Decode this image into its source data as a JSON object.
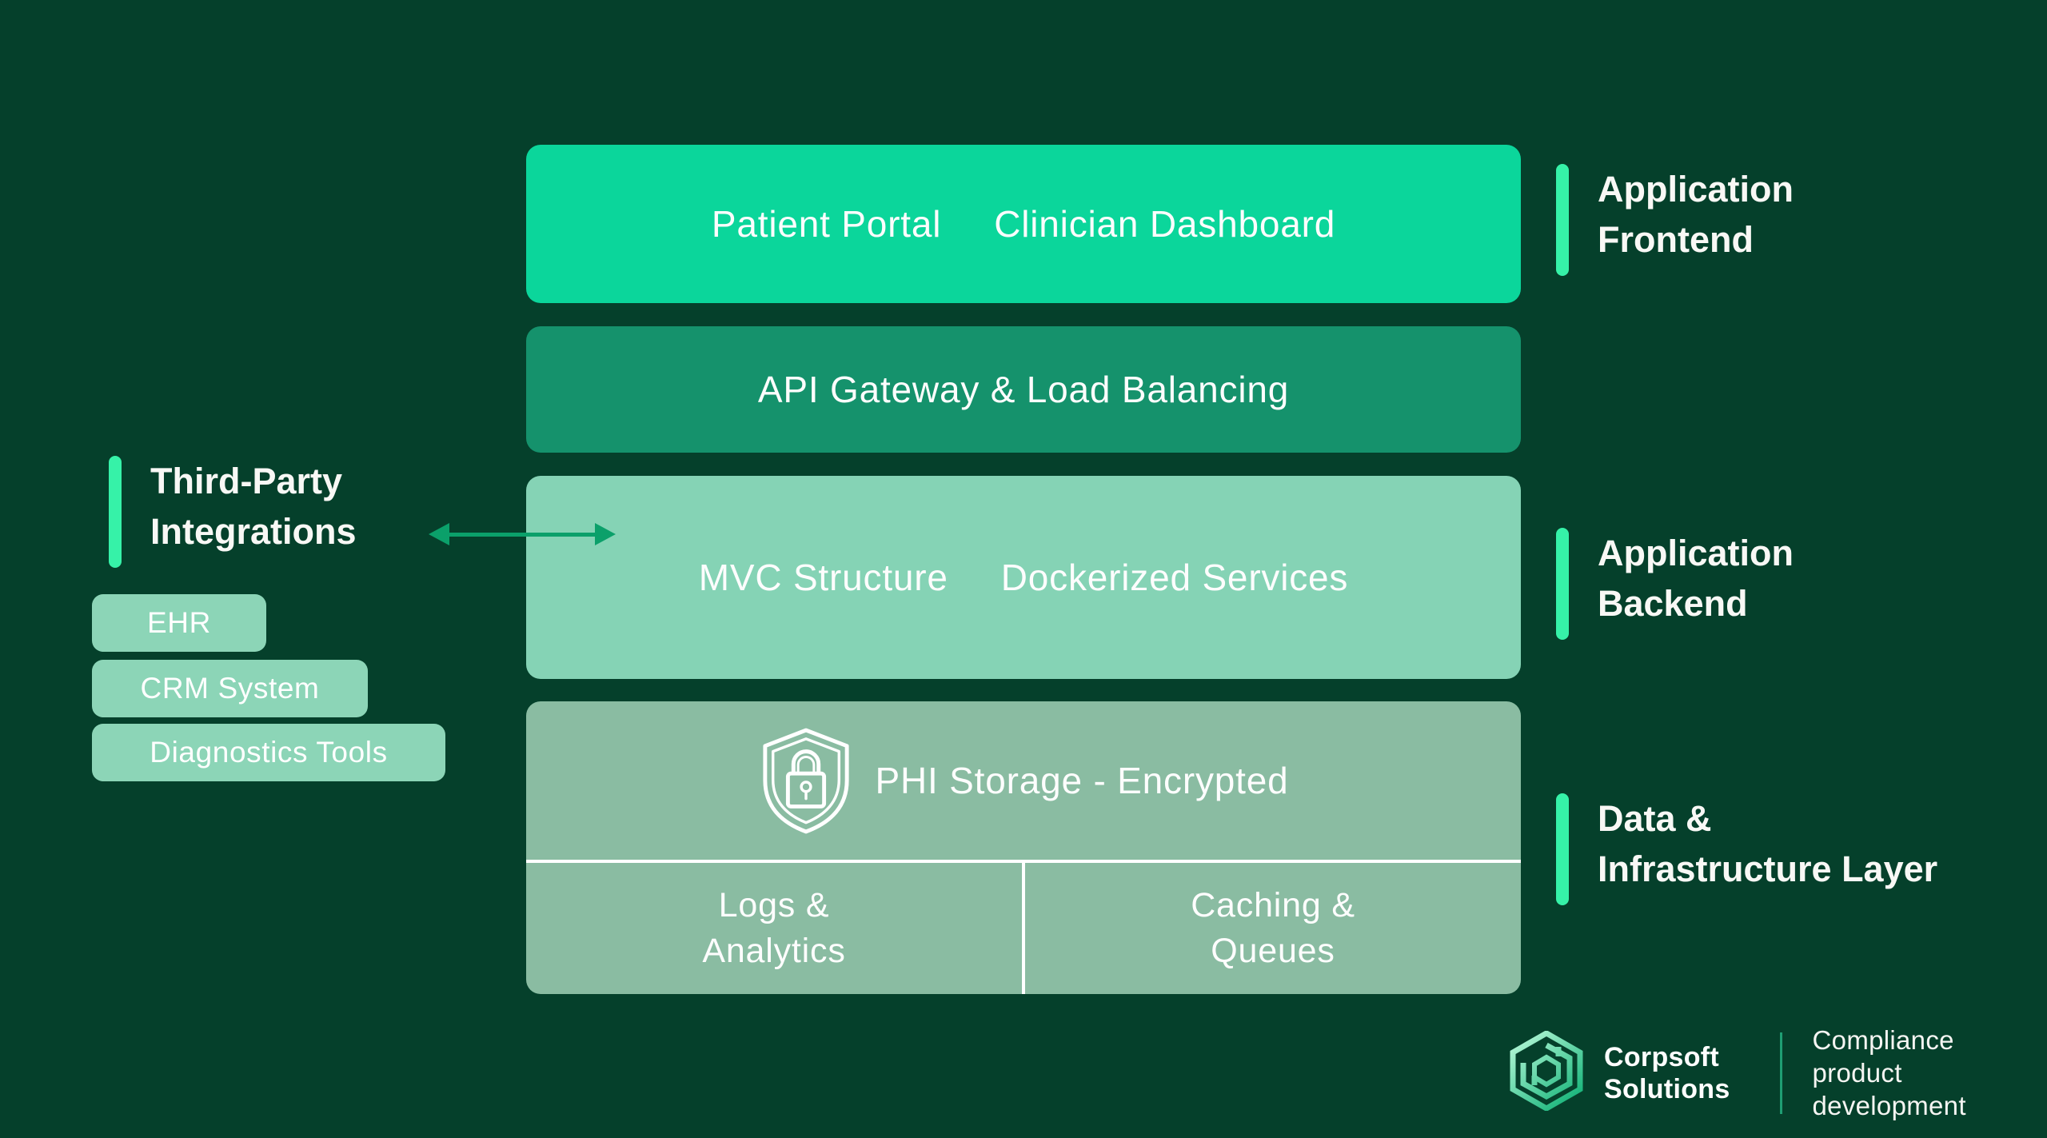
{
  "colors": {
    "background": "#05402B",
    "frontend_box": "#0BD69B",
    "gateway_box": "#15926C",
    "backend_box": "#85D3B5",
    "data_box": "#8ABCA2",
    "chip": "#8CD5B7",
    "accent_bar": "#36F2A8",
    "arrow": "#0BA06A",
    "text": "#FFFFFF"
  },
  "layers": {
    "frontend": {
      "label_line1": "Application",
      "label_line2": "Frontend",
      "item1": "Patient Portal",
      "item2": "Clinician Dashboard"
    },
    "gateway": {
      "title": "API Gateway & Load Balancing"
    },
    "backend": {
      "label_line1": "Application",
      "label_line2": "Backend",
      "item1": "MVC Structure",
      "item2": "Dockerized Services"
    },
    "data": {
      "label_line1": "Data &",
      "label_line2": "Infrastructure Layer",
      "phi_title": "PHI Storage - Encrypted",
      "phi_icon": "shield-lock-icon",
      "cell1_line1": "Logs &",
      "cell1_line2": "Analytics",
      "cell2_line1": "Caching &",
      "cell2_line2": "Queues"
    }
  },
  "integrations": {
    "label_line1": "Third-Party",
    "label_line2": "Integrations",
    "chip1": "EHR",
    "chip2": "CRM System",
    "chip3": "Diagnostics Tools"
  },
  "footer": {
    "brand_line1": "Corpsoft",
    "brand_line2": "Solutions",
    "tagline_line1": "Compliance product",
    "tagline_line2": "development",
    "logo_icon": "corpsoft-hexagon-logo"
  }
}
